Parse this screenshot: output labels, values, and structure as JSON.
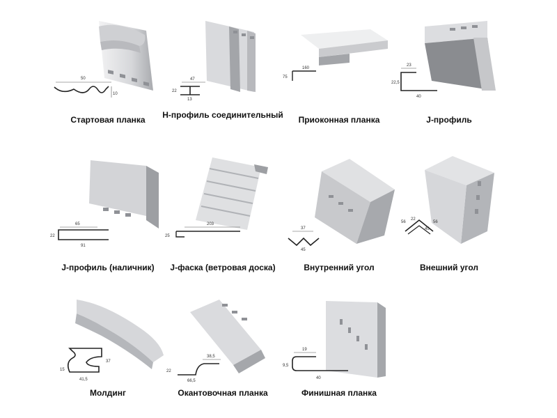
{
  "profiles": [
    {
      "id": "start",
      "caption": "Стартовая планка",
      "dims": [
        "50",
        "10"
      ]
    },
    {
      "id": "h",
      "caption": "Н-профиль соединительный",
      "dims": [
        "47",
        "22",
        "13"
      ]
    },
    {
      "id": "window",
      "caption": "Приоконная планка",
      "dims": [
        "160",
        "75"
      ]
    },
    {
      "id": "j",
      "caption": "J-профиль",
      "dims": [
        "23",
        "22,5",
        "40"
      ]
    },
    {
      "id": "jtrim",
      "caption": "J-профиль (наличник)",
      "dims": [
        "65",
        "22",
        "91"
      ]
    },
    {
      "id": "jbevel",
      "caption": "J-фаска (ветровая доска)",
      "dims": [
        "203",
        "25"
      ]
    },
    {
      "id": "inner",
      "caption": "Внутренний угол",
      "dims": [
        "37",
        "45"
      ]
    },
    {
      "id": "outer",
      "caption": "Внешний угол",
      "dims": [
        "56",
        "22",
        "56",
        "45"
      ]
    },
    {
      "id": "molding",
      "caption": "Молдинг",
      "dims": [
        "15",
        "37",
        "41,5"
      ]
    },
    {
      "id": "edge",
      "caption": "Окантовочная планка",
      "dims": [
        "38,5",
        "22",
        "66,5"
      ]
    },
    {
      "id": "finish",
      "caption": "Финишная планка",
      "dims": [
        "19",
        "9,5",
        "40"
      ]
    }
  ],
  "colors": {
    "profile_light": "#e3e4e6",
    "profile_mid": "#c9cacd",
    "profile_dark": "#9fa1a5",
    "outline": "#222222"
  }
}
